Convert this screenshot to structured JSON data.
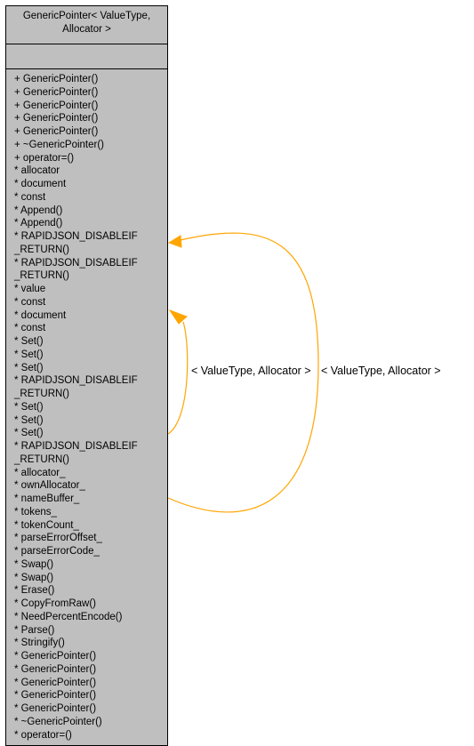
{
  "class_box": {
    "title_line1": "GenericPointer< ValueType,",
    "title_line2": "Allocator >",
    "attributes": [],
    "operations": [
      "+ GenericPointer()",
      "+ GenericPointer()",
      "+ GenericPointer()",
      "+ GenericPointer()",
      "+ GenericPointer()",
      "+ ~GenericPointer()",
      "+ operator=()",
      "* allocator",
      "* document",
      "* const",
      "* Append()",
      "* Append()",
      "* RAPIDJSON_DISABLEIF",
      "_RETURN()",
      "* RAPIDJSON_DISABLEIF",
      "_RETURN()",
      "* value",
      "* const",
      "* document",
      "* const",
      "* Set()",
      "* Set()",
      "* Set()",
      "* RAPIDJSON_DISABLEIF",
      "_RETURN()",
      "* Set()",
      "* Set()",
      "* Set()",
      "* RAPIDJSON_DISABLEIF",
      "_RETURN()",
      "* allocator_",
      "* ownAllocator_",
      "* nameBuffer_",
      "* tokens_",
      "* tokenCount_",
      "* parseErrorOffset_",
      "* parseErrorCode_",
      "* Swap()",
      "* Swap()",
      "* Erase()",
      "* CopyFromRaw()",
      "* NeedPercentEncode()",
      "* Parse()",
      "* Stringify()",
      "* GenericPointer()",
      "* GenericPointer()",
      "* GenericPointer()",
      "* GenericPointer()",
      "* GenericPointer()",
      "* ~GenericPointer()",
      "* operator=()"
    ]
  },
  "edges": {
    "inner_label": "< ValueType, Allocator >",
    "outer_label": "< ValueType, Allocator >",
    "color": "#ffa500"
  }
}
